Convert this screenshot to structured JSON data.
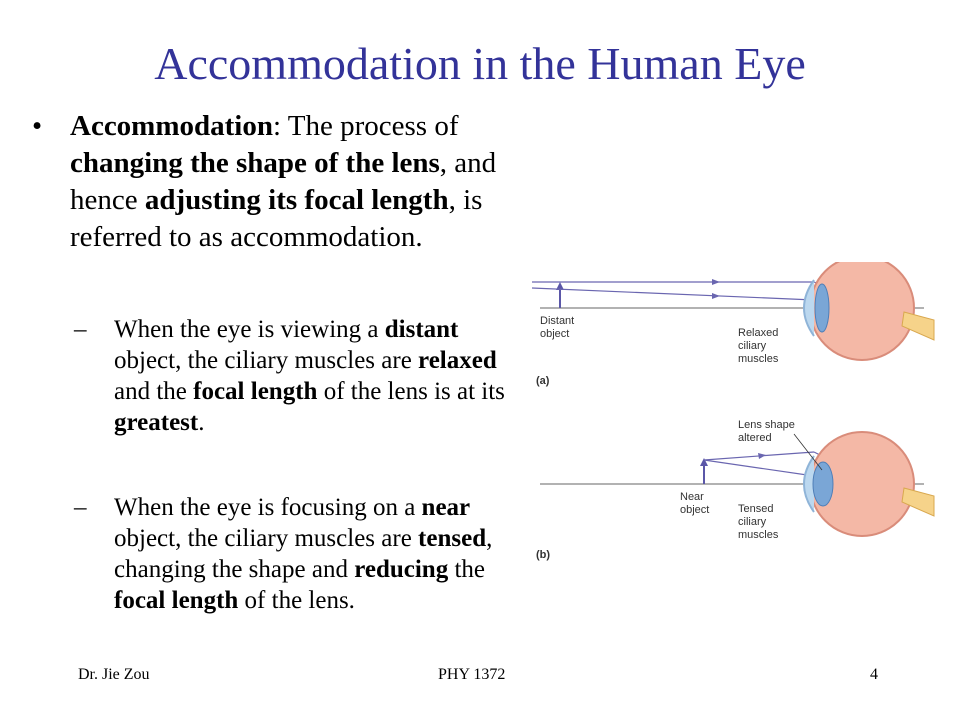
{
  "slide": {
    "title": "Accommodation in the Human Eye"
  },
  "bullet": {
    "term": "Accommodation",
    "colon": ": The process of ",
    "b1": "changing the shape of the lens",
    "t1": ", and hence ",
    "b2": "adjusting its focal length",
    "t2": ", is referred to as accommodation."
  },
  "sub1": {
    "t0": "When the eye is viewing a ",
    "b1": "distant",
    "t1": " object, the ciliary muscles are ",
    "b2": "relaxed",
    "t2": " and the ",
    "b3": "focal length",
    "t3": " of the lens is at its ",
    "b4": "greatest",
    "t4": "."
  },
  "sub2": {
    "t0": "When the eye is focusing on a ",
    "b1": "near",
    "t1": " object, the ciliary muscles are ",
    "b2": "tensed",
    "t2": ", changing the shape and ",
    "b3": "reducing",
    "t3": " the ",
    "b4": "focal length",
    "t4": " of the lens."
  },
  "figure": {
    "a": {
      "object_label_1": "Distant",
      "object_label_2": "object",
      "muscle_label_1": "Relaxed",
      "muscle_label_2": "ciliary",
      "muscle_label_3": "muscles",
      "panel": "(a)"
    },
    "b": {
      "lens_label_1": "Lens shape",
      "lens_label_2": "altered",
      "object_label_1": "Near",
      "object_label_2": "object",
      "muscle_label_1": "Tensed",
      "muscle_label_2": "ciliary",
      "muscle_label_3": "muscles",
      "panel": "(b)"
    }
  },
  "footer": {
    "author": "Dr. Jie Zou",
    "course": "PHY 1372",
    "page": "4"
  },
  "colors": {
    "title": "#333399",
    "ray": "#6a66b0",
    "eye_fill": "#f4b8a6",
    "cornea": "#bcd8ef",
    "lens": "#7aa6d6"
  }
}
